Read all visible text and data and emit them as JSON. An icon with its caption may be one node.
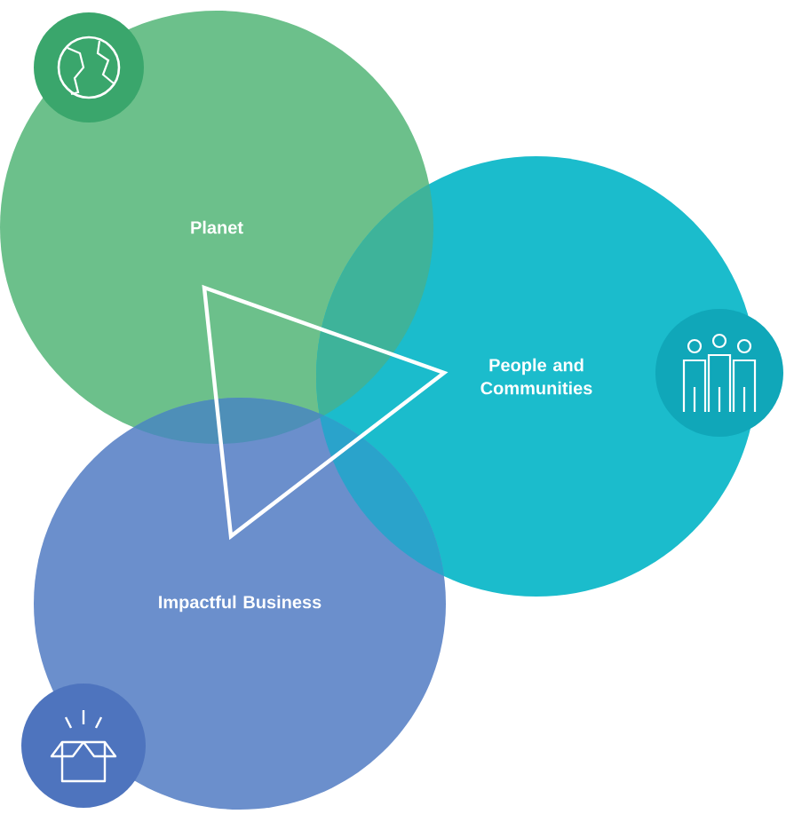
{
  "diagram": {
    "nodes": [
      {
        "text": [
          "Planet"
        ]
      },
      {
        "text": [
          "People and Communities"
        ]
      },
      {
        "text": [
          "Impactful Business"
        ]
      }
    ]
  }
}
